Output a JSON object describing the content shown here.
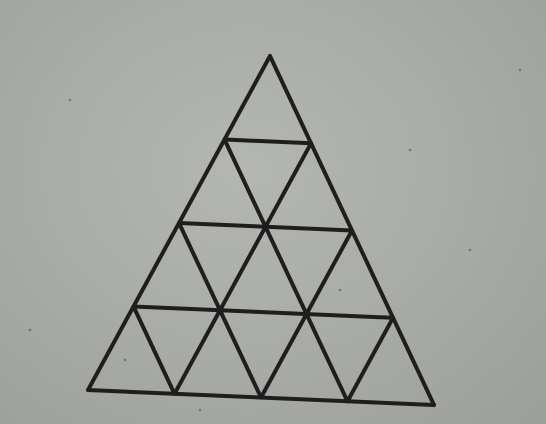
{
  "diagram": {
    "shape": "equilateral triangle",
    "subdivisions_per_side": 4,
    "small_triangles": 16,
    "colors": {
      "background": "#a9aba6",
      "line": "#1e1e1e"
    }
  }
}
